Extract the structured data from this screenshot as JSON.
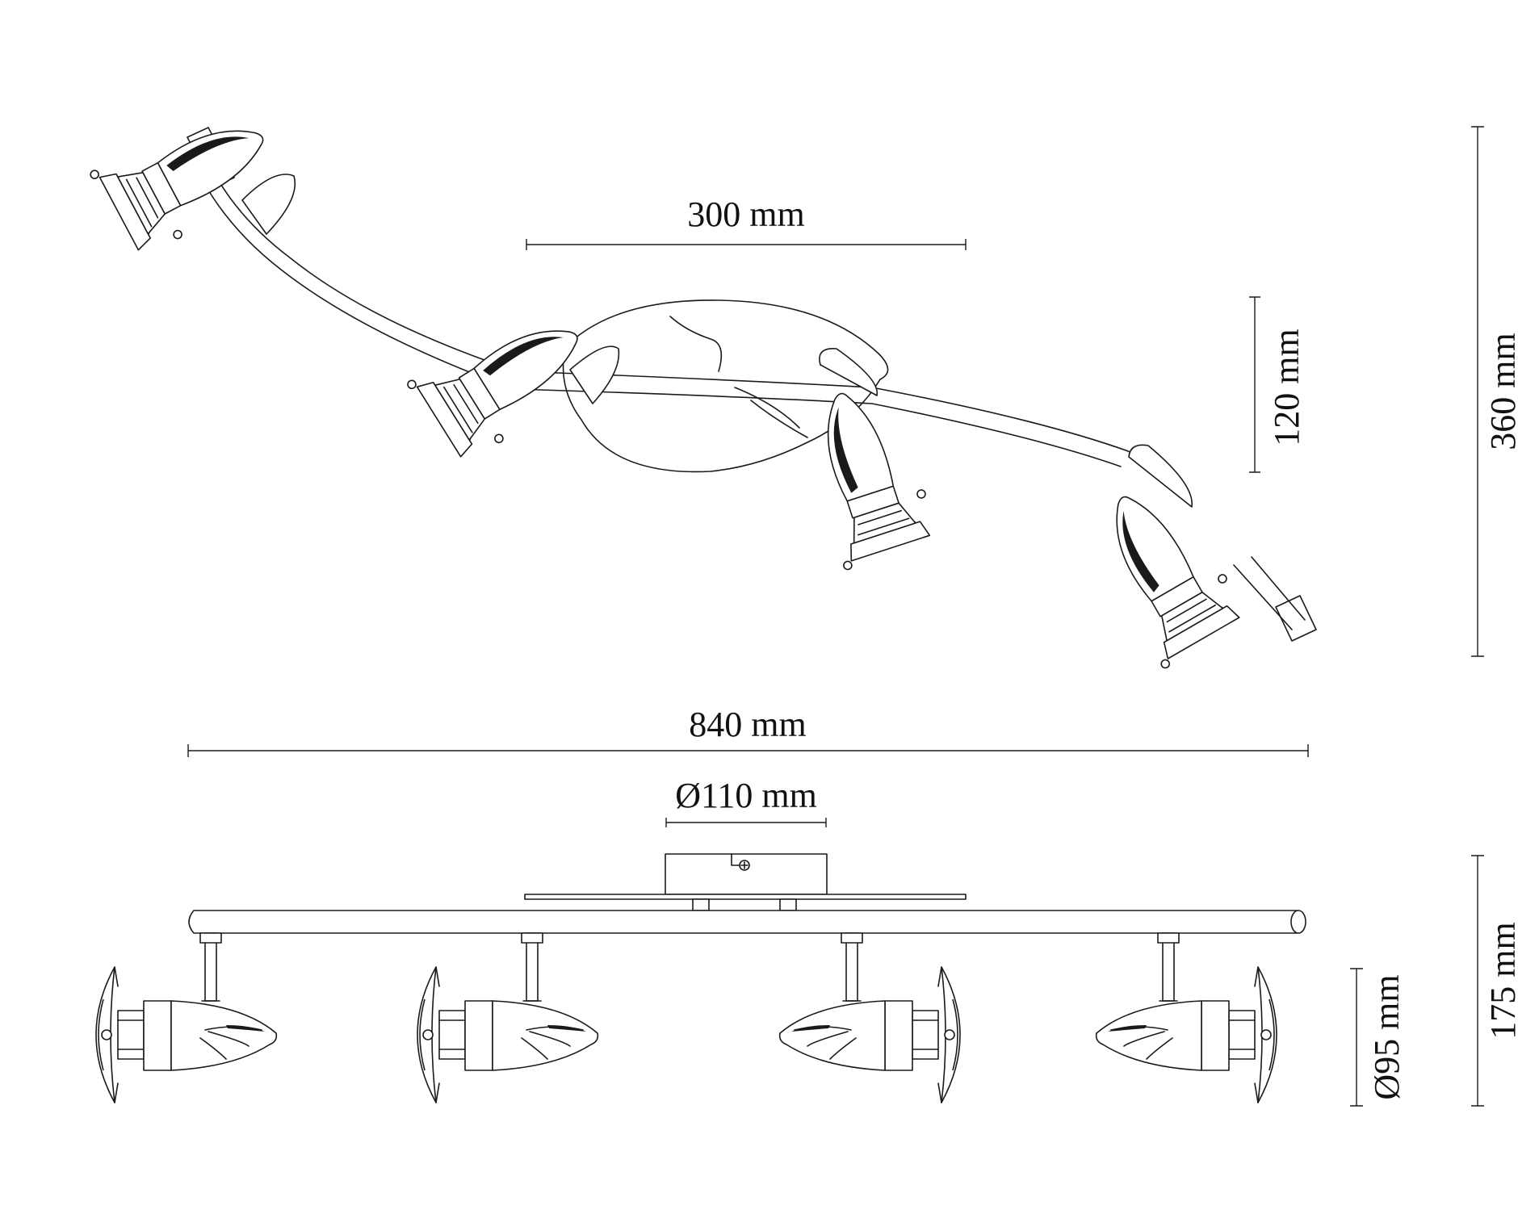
{
  "dimensions": {
    "spot_spacing": "300 mm",
    "plate_height": "120 mm",
    "total_depth": "360 mm",
    "total_length": "840 mm",
    "base_diameter": "Ø110 mm",
    "total_height": "175 mm",
    "spot_diameter": "Ø95 mm"
  },
  "views": {
    "top_view": {
      "spot_count": 4
    },
    "front_view": {
      "spot_count": 4
    }
  }
}
